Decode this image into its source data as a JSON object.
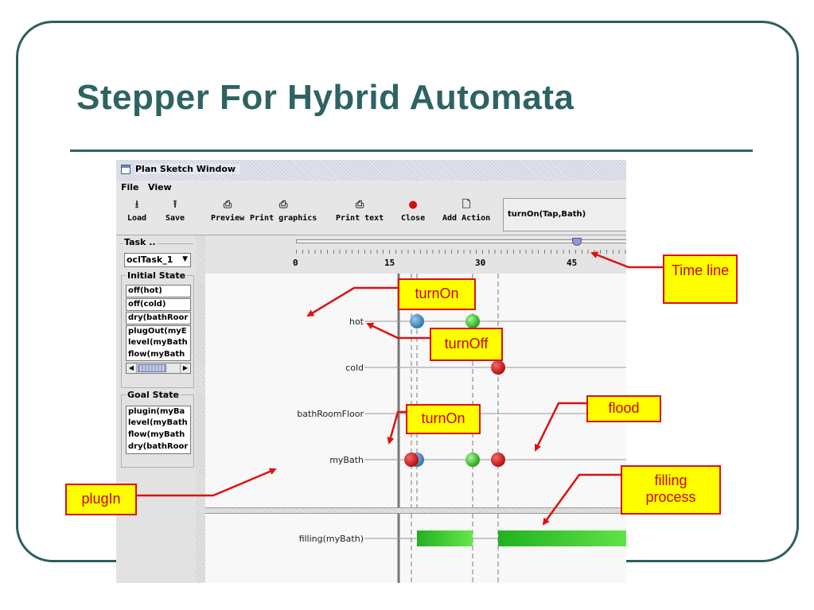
{
  "slide": {
    "title": "Stepper For Hybrid Automata"
  },
  "window": {
    "title": "Plan Sketch Window",
    "menu": [
      "File",
      "View"
    ],
    "toolbar": {
      "buttons": [
        {
          "label": "Load",
          "icon": "load-icon"
        },
        {
          "label": "Save",
          "icon": "save-icon"
        },
        {
          "label": "Preview",
          "icon": "preview-printer-icon"
        },
        {
          "label": "Print graphics",
          "icon": "print-graphics-icon"
        },
        {
          "label": "Print text",
          "icon": "print-text-icon"
        },
        {
          "label": "Close",
          "icon": "close-red-dot-icon"
        },
        {
          "label": "Add Action",
          "icon": "add-action-icon"
        }
      ],
      "current_action": "turnOn(Tap,Bath)"
    },
    "left_panel": {
      "task_group": "Task ..",
      "task_selected": "oclTask_1",
      "initial_state_label": "Initial State",
      "initial_state": [
        "off(hot)",
        "off(cold)",
        "dry(bathRoor",
        "plugOut(myE",
        "level(myBath",
        "flow(myBath"
      ],
      "goal_state_label": "Goal State",
      "goal_state": [
        "plugin(myBa",
        "level(myBath",
        "flow(myBath",
        "dry(bathRoor"
      ]
    },
    "timeline": {
      "tick_labels": [
        "0",
        "15",
        "30",
        "45"
      ],
      "value": 46
    },
    "rows": [
      "hot",
      "cold",
      "bathRoomFloor",
      "myBath"
    ],
    "process_row": "filling(myBath)"
  },
  "annotations": {
    "timeline": "Time line",
    "turnOn_top": "turnOn",
    "turnOff": "turnOff",
    "turnOn_mid": "turnOn",
    "flood": "flood",
    "filling": "filling process",
    "plugIn": "plugIn"
  },
  "colors": {
    "frame": "#2e5e5e",
    "title": "#2e6363",
    "callout_fill": "#ffff00",
    "callout_border": "#dd1111",
    "arrow": "#dd1111",
    "event_blue": "#3a85c0",
    "event_green": "#33cc22",
    "event_red": "#cc1111",
    "process_green": "#33cc33"
  }
}
